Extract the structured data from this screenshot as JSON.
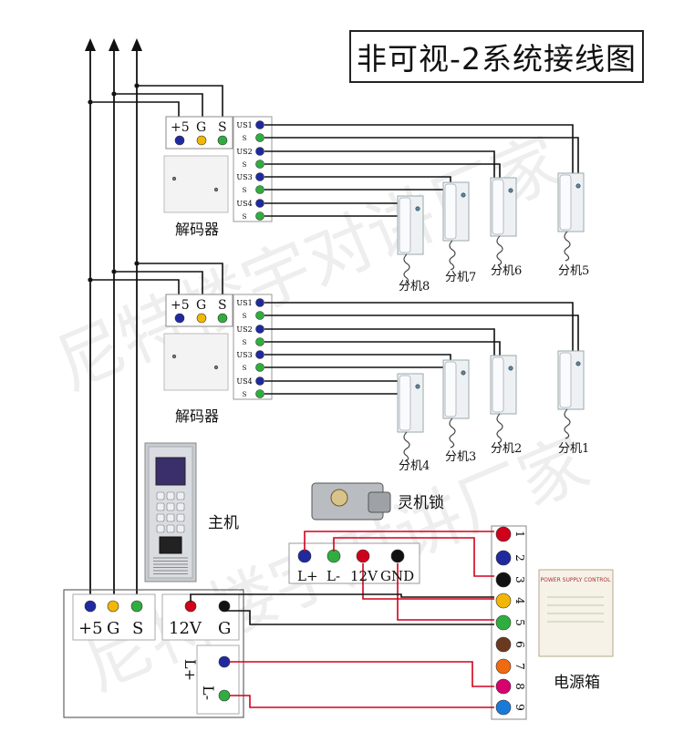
{
  "title": "非可视-2系统接线图",
  "bus_labels": [
    "+5",
    "G",
    "S"
  ],
  "decoder_label": "解码器",
  "decoder_ports": [
    "US1",
    "S",
    "US2",
    "S",
    "US3",
    "S",
    "US4",
    "S"
  ],
  "extensions_top": [
    "分机8",
    "分机7",
    "分机6",
    "分机5"
  ],
  "extensions_bottom": [
    "分机4",
    "分机3",
    "分机2",
    "分机1"
  ],
  "host_label": "主机",
  "lock_label": "灵机锁",
  "lock_terminals": [
    "L+",
    "L-",
    "12V",
    "GND"
  ],
  "host_power_terminals": [
    "12V",
    "G"
  ],
  "host_lock_terminals": [
    "L+",
    "L-"
  ],
  "power_box_label": "电源箱",
  "power_box_heading": "POWER SUPPLY CONTROL",
  "terminal_numbers": [
    "1",
    "2",
    "3",
    "4",
    "5",
    "6",
    "7",
    "8",
    "9"
  ],
  "watermark": "尼特楼宇对讲厂家",
  "colors": {
    "red": "#d0021b",
    "blue": "#1f2aa0",
    "black": "#111111",
    "yellow": "#f2b705",
    "green": "#2fae3f",
    "brown": "#6b3a1e",
    "orange": "#ef6a12",
    "magenta": "#d6006f",
    "lightblue": "#1a7ad9"
  },
  "terminal_colors": [
    "red",
    "blue",
    "black",
    "yellow",
    "green",
    "brown",
    "orange",
    "magenta",
    "lightblue"
  ]
}
